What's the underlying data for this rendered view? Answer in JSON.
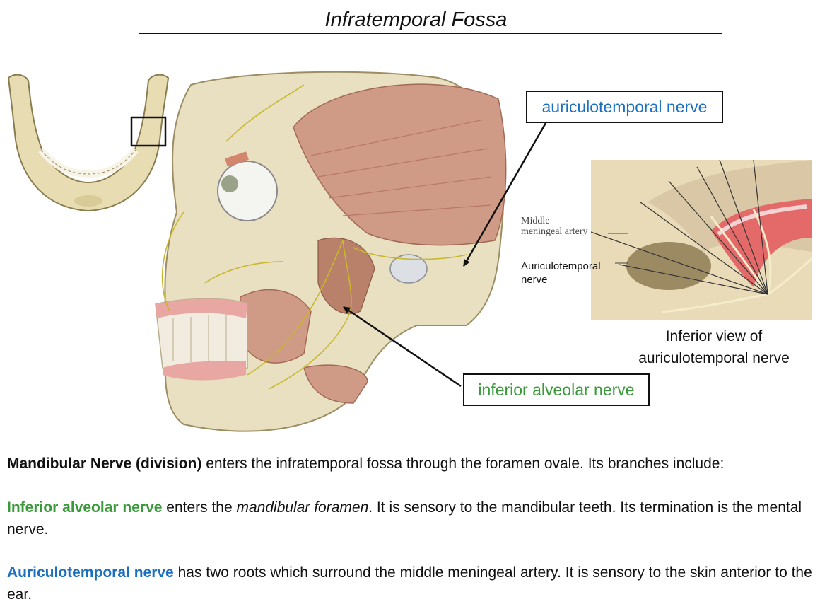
{
  "title": "Infratemporal Fossa",
  "callouts": {
    "auriculotemporal": "auriculotemporal nerve",
    "inferior_alveolar": "inferior alveolar nerve"
  },
  "figure_labels": {
    "middle_meningeal_line1": "Middle",
    "middle_meningeal_line2": "meningeal artery",
    "auriculotemporal_line1": "Auriculotemporal",
    "auriculotemporal_line2": "nerve"
  },
  "caption": {
    "line1": "Inferior view of",
    "line2": "auriculotemporal nerve"
  },
  "paragraphs": {
    "p1": {
      "bold_lead": "Mandibular Nerve (division)",
      "rest": " enters the infratemporal fossa through the foramen ovale. Its branches include:"
    },
    "p2": {
      "lead": "Inferior alveolar nerve",
      "part1": " enters the ",
      "italic": "mandibular foramen",
      "part2": ".  It is sensory to the mandibular teeth.  Its termination is the mental nerve."
    },
    "p3": {
      "lead": "Auriculotemporal nerve",
      "rest": " has two roots which surround the middle meningeal artery.  It is sensory to the skin anterior to the ear."
    }
  },
  "colors": {
    "inferior_alveolar": "#3a9a3a",
    "auriculotemporal": "#1a6fc0"
  }
}
